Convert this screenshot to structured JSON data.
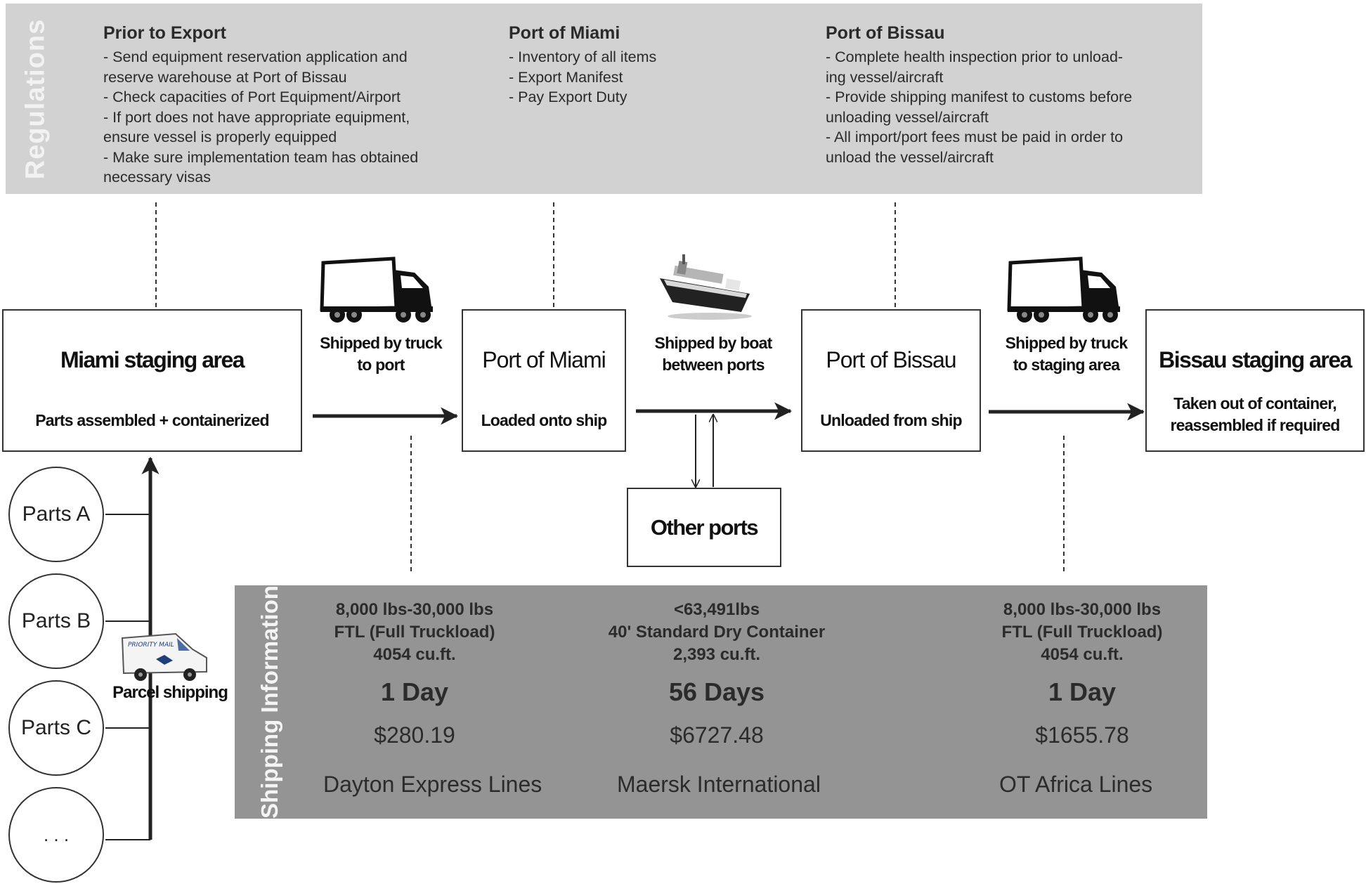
{
  "regulations": {
    "label": "Regulations",
    "columns": [
      {
        "title": "Prior to Export",
        "lines": [
          "- Send equipment reservation application and",
          "reserve warehouse at Port of Bissau",
          "- Check capacities of Port Equipment/Airport",
          "- If port does not have appropriate equipment,",
          "ensure vessel is properly equipped",
          "- Make sure implementation team has obtained",
          "necessary visas"
        ]
      },
      {
        "title": "Port of Miami",
        "lines": [
          "- Inventory of all items",
          "- Export Manifest",
          "- Pay Export Duty"
        ]
      },
      {
        "title": "Port of Bissau",
        "lines": [
          "- Complete health inspection prior to unload-",
          "ing vessel/aircraft",
          "- Provide shipping manifest to customs before",
          "unloading vessel/aircraft",
          "- All import/port fees must be paid in order to",
          "unload the vessel/aircraft"
        ]
      }
    ]
  },
  "nodes": {
    "miami_staging": {
      "title": "Miami staging area",
      "sub": "Parts assembled + containerized"
    },
    "port_miami": {
      "title": "Port of Miami",
      "sub": "Loaded onto ship"
    },
    "port_bissau": {
      "title": "Port of Bissau",
      "sub": "Unloaded from ship"
    },
    "bissau_staging": {
      "title": "Bissau staging area",
      "sub1": "Taken out of container,",
      "sub2": "reassembled if required"
    },
    "other_ports": {
      "title": "Other ports"
    }
  },
  "transport": {
    "truck1": {
      "line1": "Shipped by truck",
      "line2": "to port"
    },
    "boat": {
      "line1": "Shipped by boat",
      "line2": "between ports"
    },
    "truck2": {
      "line1": "Shipped by truck",
      "line2": "to staging area"
    }
  },
  "parts": [
    "Parts A",
    "Parts B",
    "Parts C",
    ". . ."
  ],
  "parcel": {
    "label": "Parcel shipping",
    "van_text": "PRIORITY MAIL"
  },
  "shipping": {
    "label": "Shipping Information",
    "columns": [
      {
        "spec1": "8,000 lbs-30,000 lbs",
        "spec2": "FTL (Full Truckload)",
        "spec3": "4054 cu.ft.",
        "duration": "1 Day",
        "cost": "$280.19",
        "carrier": "Dayton Express Lines"
      },
      {
        "spec1": "<63,491lbs",
        "spec2": "40' Standard Dry Container",
        "spec3": "2,393 cu.ft.",
        "duration": "56 Days",
        "cost": "$6727.48",
        "carrier": "Maersk International"
      },
      {
        "spec1": "8,000 lbs-30,000 lbs",
        "spec2": "FTL (Full Truckload)",
        "spec3": "4054 cu.ft.",
        "duration": "1 Day",
        "cost": "$1655.78",
        "carrier": "OT Africa Lines"
      }
    ]
  },
  "colors": {
    "regulations_bg": "#d2d2d2",
    "shipping_bg": "#949494",
    "line": "#333333"
  }
}
